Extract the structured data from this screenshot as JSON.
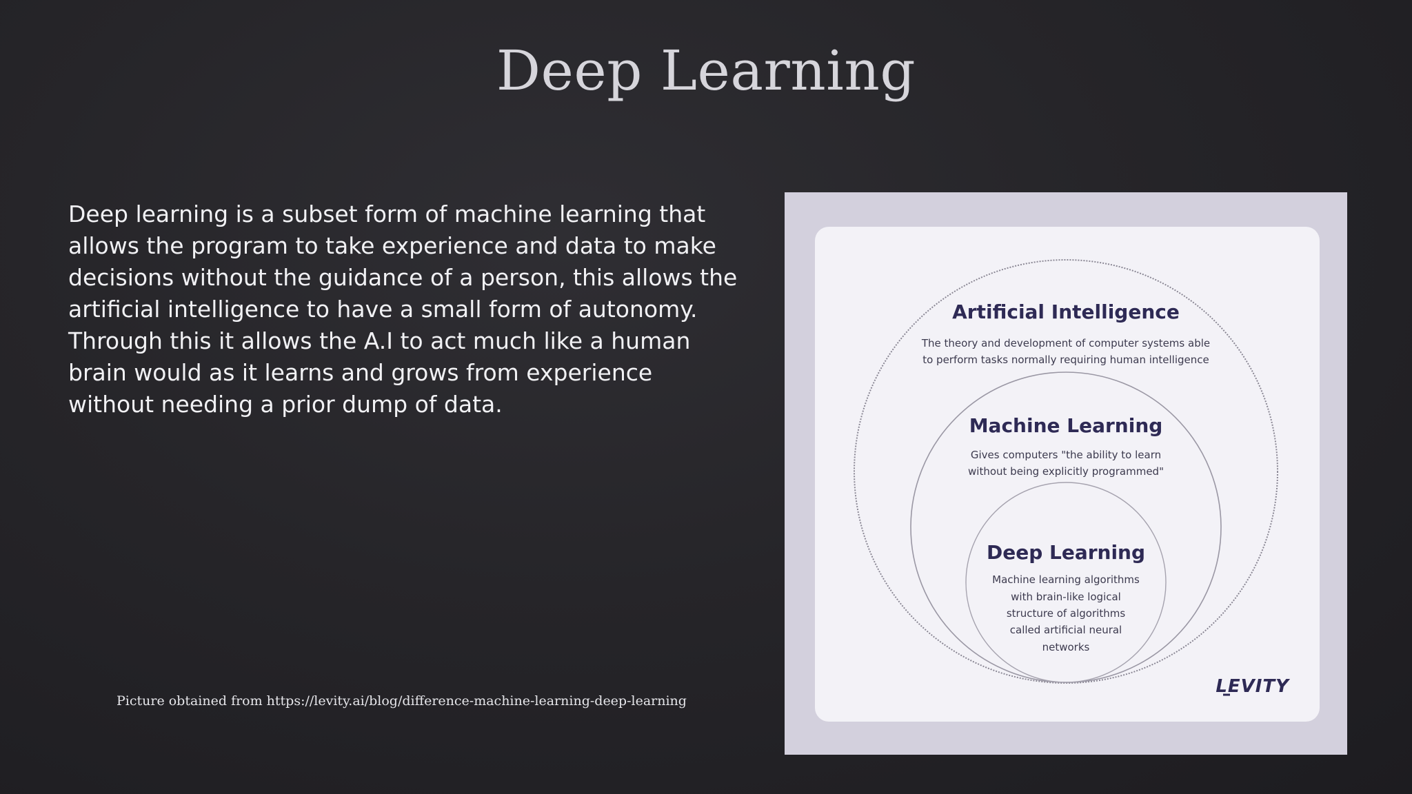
{
  "slide": {
    "title": "Deep Learning",
    "body": "Deep learning is a subset form of machine learning that allows the program to take experience and data to make decisions without the guidance of a person, this allows the artificial intelligence to have a small form of autonomy. Through this it allows the A.I to act much like a human brain would as it learns and grows from experience without needing a prior dump of data.",
    "caption": "Picture obtained from https://levity.ai/blog/difference-machine-learning-deep-learning"
  },
  "figure": {
    "ai": {
      "title": "Artificial Intelligence",
      "desc_line1": "The theory and development of computer systems able",
      "desc_line2": "to perform tasks normally requiring human intelligence"
    },
    "ml": {
      "title": "Machine Learning",
      "desc_line1": "Gives computers \"the ability to learn",
      "desc_line2": "without being explicitly programmed\""
    },
    "dl": {
      "title": "Deep Learning",
      "desc_line1": "Machine learning algorithms",
      "desc_line2": "with brain-like logical",
      "desc_line3": "structure of algorithms",
      "desc_line4": "called artificial neural",
      "desc_line5": "networks"
    },
    "logo": "LEVITY",
    "colors": {
      "frame": "#d3d0dd",
      "card": "#f3f2f7",
      "heading": "#2e2a55",
      "circle": "#8a8794"
    }
  }
}
